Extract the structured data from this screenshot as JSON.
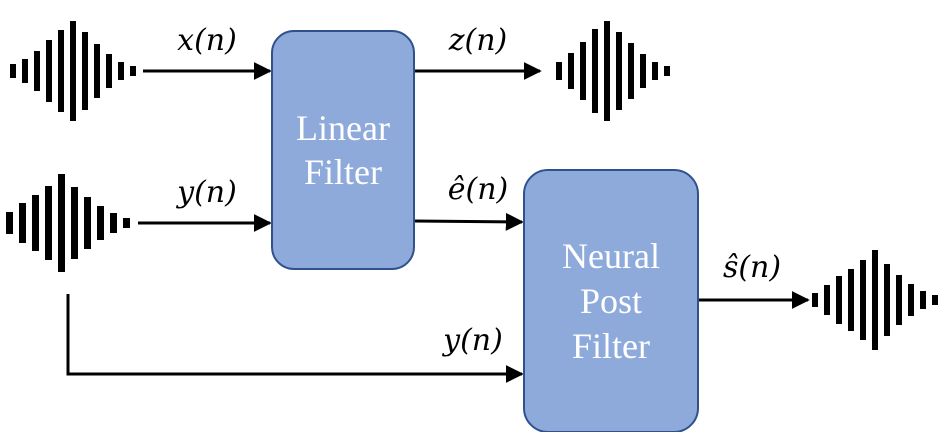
{
  "blocks": {
    "linear_filter": {
      "lines": [
        "Linear",
        "Filter"
      ]
    },
    "neural_post_filter": {
      "lines": [
        "Neural",
        "Post",
        "Filter"
      ]
    }
  },
  "signals": {
    "far_end_input": "x(n)",
    "microphone_input": "y(n)",
    "echo_estimate_output": "z(n)",
    "error_signal": "ê(n)",
    "microphone_bypass": "y(n)",
    "enhanced_output": "ŝ(n)"
  },
  "colors": {
    "block_fill": "#8eaadb",
    "block_stroke": "#2f528f",
    "block_text": "#ffffff",
    "line": "#000000"
  },
  "icons": {
    "waveform": "waveform-icon",
    "arrowhead": "arrowhead-icon"
  }
}
